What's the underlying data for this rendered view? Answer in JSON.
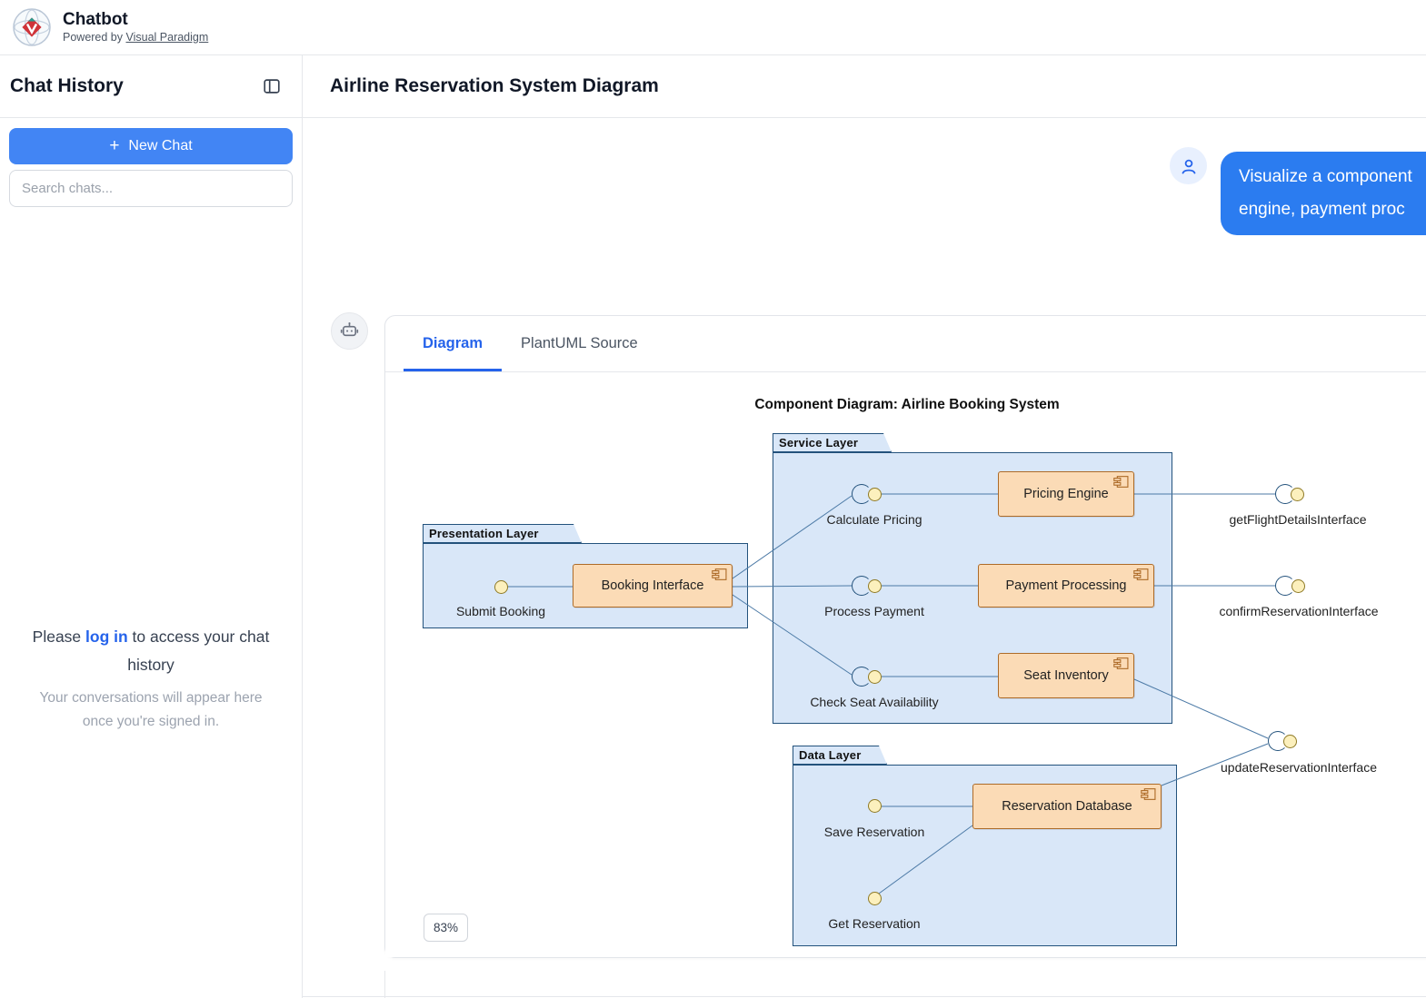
{
  "header": {
    "app_title": "Chatbot",
    "powered_by_prefix": "Powered by ",
    "powered_by_link": "Visual Paradigm"
  },
  "sidebar": {
    "title": "Chat History",
    "new_chat": {
      "plus": "+",
      "label": "New Chat"
    },
    "search_placeholder": "Search chats...",
    "login_prompt": {
      "pre": "Please ",
      "link": "log in",
      "post": " to access your chat history"
    },
    "login_note": "Your conversations will appear here once you're signed in."
  },
  "main": {
    "page_title": "Airline Reservation System Diagram",
    "user_message": {
      "lines": [
        "Visualize a component",
        "engine, payment proc"
      ]
    },
    "card": {
      "tabs": [
        {
          "label": "Diagram"
        },
        {
          "label": "PlantUML Source"
        }
      ],
      "active_tab": "Diagram",
      "zoom_level": "83%"
    }
  },
  "diagram": {
    "title": "Component Diagram: Airline Booking System",
    "packages": [
      {
        "name": "Presentation Layer"
      },
      {
        "name": "Service Layer"
      },
      {
        "name": "Data Layer"
      }
    ],
    "components": [
      "Booking Interface",
      "Pricing Engine",
      "Payment Processing",
      "Seat Inventory",
      "Reservation Database"
    ],
    "interfaces": [
      "Submit Booking",
      "Calculate Pricing",
      "Process Payment",
      "Check Seat Availability",
      "Save Reservation",
      "Get Reservation",
      "getFlightDetailsInterface",
      "confirmReservationInterface",
      "updateReservationInterface"
    ],
    "colors": {
      "accent_blue": "#2563eb",
      "button_blue": "#4285f4",
      "bubble_blue": "#2b7cf0",
      "package_fill": "#d9e7f8",
      "package_border": "#23527c",
      "component_fill": "#fbdbb6",
      "component_border": "#ad6b28",
      "connector": "#4c7aa6",
      "interface_fill": "#fcf0bd",
      "interface_border": "#8f7a26"
    }
  }
}
